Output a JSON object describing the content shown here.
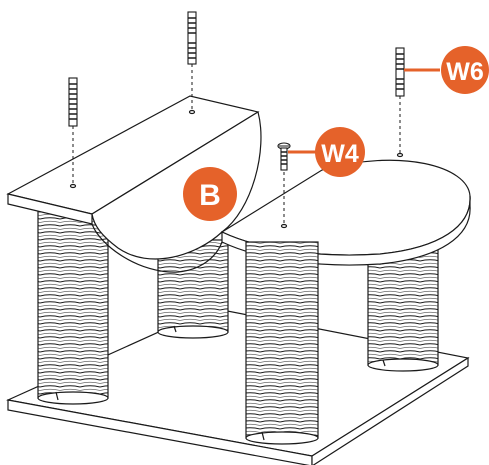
{
  "callouts": {
    "part_b": "B",
    "bolt_w4": "W4",
    "bolt_w6": "W6"
  },
  "colors": {
    "callout_fill": "#e5622a",
    "callout_text": "#ffffff",
    "line": "#1a1a1a",
    "background": "#ffffff"
  },
  "components": {
    "springs": 4,
    "long_bolts": 3,
    "short_screws": 1
  }
}
